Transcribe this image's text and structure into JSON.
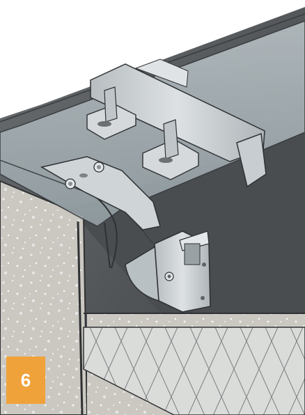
{
  "figure": {
    "step_number": "6"
  },
  "colors": {
    "badge": "#f0a23a",
    "membrane": "#55585c",
    "metal_cover": "#a9b4b8",
    "bracket": "#c8cdd0",
    "concrete": "#c9c6c0",
    "insulation": "#d9dad8"
  },
  "icons": [
    "roof-edge-bracket",
    "clamp-plates",
    "bolts",
    "concrete-wall",
    "insulation-layer"
  ]
}
